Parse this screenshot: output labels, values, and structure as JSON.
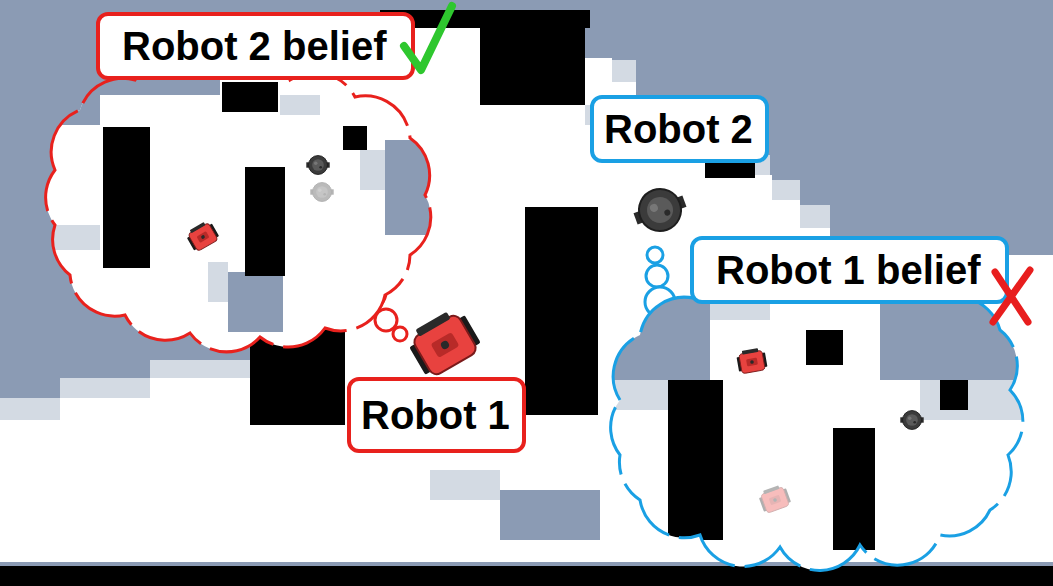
{
  "diagram": {
    "nodes": [
      {
        "text": [
          "Robot 2 belief"
        ]
      },
      {
        "text": [
          "Robot 2"
        ]
      },
      {
        "text": [
          "Robot 1 belief"
        ]
      },
      {
        "text": [
          "Robot 1"
        ]
      }
    ]
  }
}
